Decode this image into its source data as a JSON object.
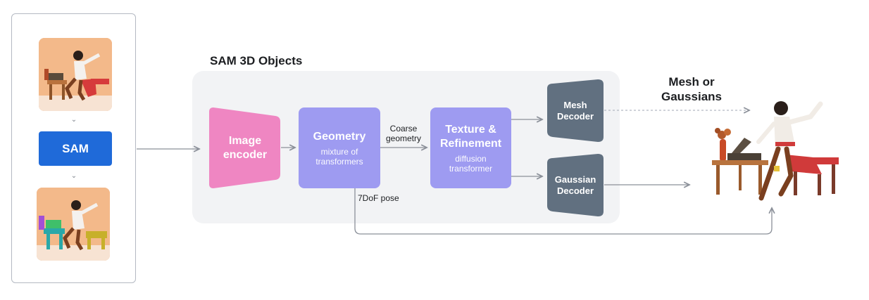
{
  "input": {
    "sam_label": "SAM"
  },
  "stage": {
    "title": "SAM 3D Objects"
  },
  "blocks": {
    "image_encoder": "Image\nencoder",
    "geometry_title": "Geometry",
    "geometry_sub": "mixture of\ntransformers",
    "texture_title": "Texture &\nRefinement",
    "texture_sub": "diffusion\ntransformer",
    "mesh_decoder": "Mesh\nDecoder",
    "gaussian_decoder": "Gaussian\nDecoder"
  },
  "labels": {
    "coarse_geometry": "Coarse\ngeometry",
    "pose": "7DoF pose",
    "output_title": "Mesh or\nGaussians"
  },
  "colors": {
    "sam_blue": "#1f6ad9",
    "encoder_pink": "#ef86c2",
    "block_purple": "#9e9bf1",
    "decoder_slate": "#617080",
    "stage_bg": "#f2f3f5",
    "arrow_gray": "#8b9099"
  }
}
